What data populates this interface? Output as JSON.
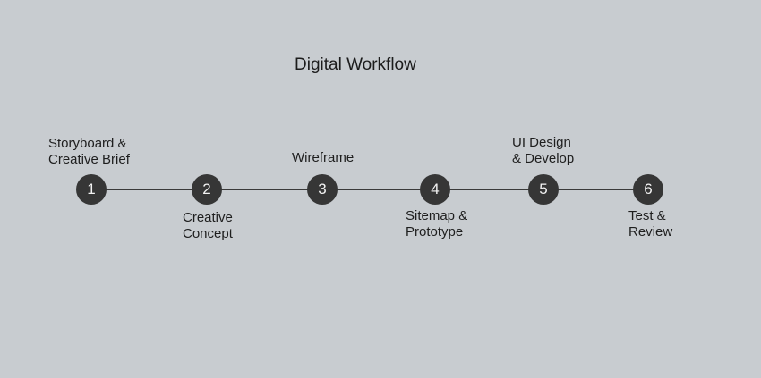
{
  "title": "Digital Workflow",
  "steps": [
    {
      "number": "1",
      "lines": [
        "Storyboard &",
        "Creative Brief"
      ]
    },
    {
      "number": "2",
      "lines": [
        "Creative",
        "Concept"
      ]
    },
    {
      "number": "3",
      "lines": [
        "Wireframe"
      ]
    },
    {
      "number": "4",
      "lines": [
        "Sitemap &",
        "Prototype"
      ]
    },
    {
      "number": "5",
      "lines": [
        "UI Design",
        "& Develop"
      ]
    },
    {
      "number": "6",
      "lines": [
        "Test &",
        "Review"
      ]
    }
  ],
  "colors": {
    "background": "#c8ccd0",
    "node": "#363636",
    "node_text": "#f2f2f2",
    "line": "#3a3a3a",
    "text": "#1e1e1e"
  }
}
